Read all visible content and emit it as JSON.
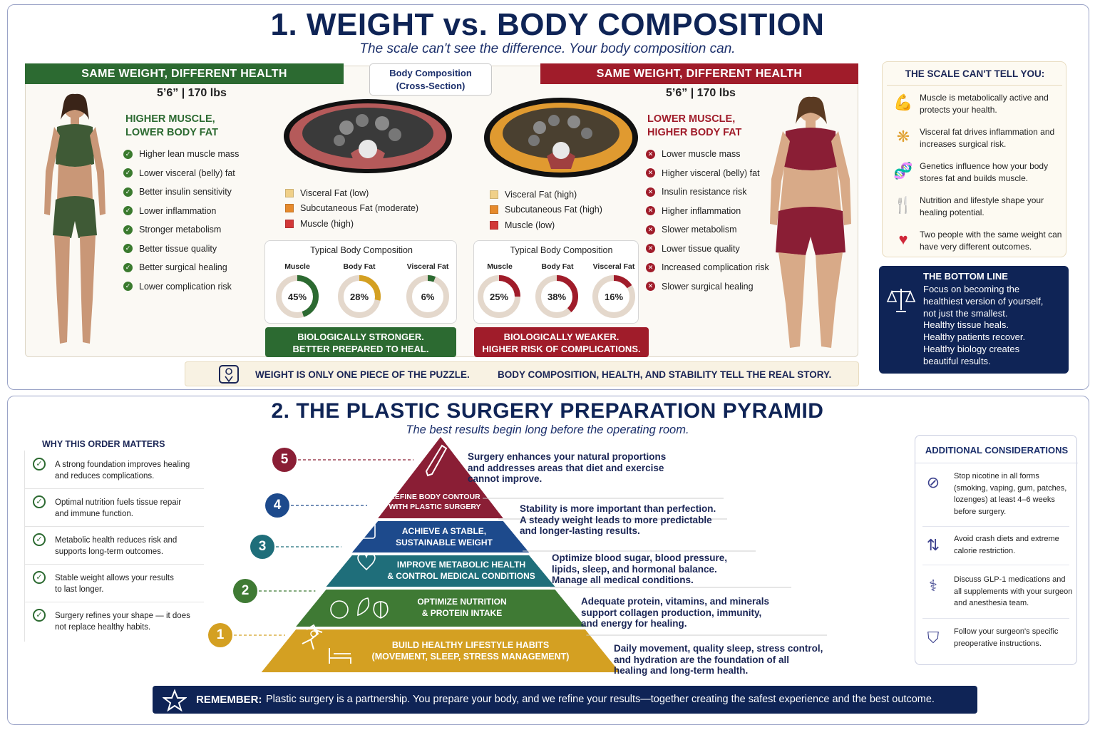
{
  "section1": {
    "title": "1. WEIGHT vs. BODY COMPOSITION",
    "subtitle": "The scale can't see the difference. Your body composition can.",
    "left": {
      "banner": "SAME WEIGHT, DIFFERENT HEALTH",
      "stats": "5’6”  |  170 lbs",
      "heading1": "HIGHER MUSCLE,",
      "heading2": "LOWER BODY FAT",
      "items": [
        "Higher lean muscle mass",
        "Lower visceral (belly) fat",
        "Better insulin sensitivity",
        "Lower inflammation",
        "Stronger metabolism",
        "Better tissue quality",
        "Better surgical healing",
        "Lower complication risk"
      ]
    },
    "right": {
      "banner": "SAME WEIGHT, DIFFERENT HEALTH",
      "stats": "5’6”  |  170 lbs",
      "heading1": "LOWER MUSCLE,",
      "heading2": "HIGHER BODY FAT",
      "items": [
        "Lower muscle mass",
        "Higher visceral (belly) fat",
        "Insulin resistance risk",
        "Higher inflammation",
        "Slower metabolism",
        "Lower tissue quality",
        "Increased complication risk",
        "Slower surgical healing"
      ]
    },
    "crosssection": {
      "label1": "Body Composition",
      "label2": "(Cross-Section)"
    },
    "legend_left": [
      "Visceral Fat (low)",
      "Subcutaneous Fat (moderate)",
      "Muscle (high)"
    ],
    "legend_right": [
      "Visceral Fat (high)",
      "Subcutaneous Fat (high)",
      "Muscle (low)"
    ],
    "donuts_left": {
      "title": "Typical Body Composition",
      "labels": [
        "Muscle",
        "Body Fat",
        "Visceral Fat"
      ],
      "values": [
        "45%",
        "28%",
        "6%"
      ],
      "fractions": [
        0.45,
        0.28,
        0.06
      ]
    },
    "donuts_right": {
      "title": "Typical Body Composition",
      "labels": [
        "Muscle",
        "Body Fat",
        "Visceral Fat"
      ],
      "values": [
        "25%",
        "38%",
        "16%"
      ],
      "fractions": [
        0.25,
        0.38,
        0.16
      ]
    },
    "verdict_left": {
      "line1": "BIOLOGICALLY STRONGER.",
      "line2": "BETTER PREPARED TO HEAL."
    },
    "verdict_right": {
      "line1": "BIOLOGICALLY WEAKER.",
      "line2": "HIGHER RISK OF COMPLICATIONS."
    },
    "puzzle": {
      "part1": "WEIGHT IS ONLY ONE PIECE OF THE PUZZLE.",
      "part2": "BODY COMPOSITION, HEALTH, AND STABILITY TELL THE REAL STORY."
    },
    "scale_box": {
      "title": "THE SCALE CAN'T TELL YOU:",
      "items": [
        {
          "icon": "muscle-icon",
          "text": "Muscle is metabolically active and protects your health."
        },
        {
          "icon": "fat-cells-icon",
          "text": "Visceral fat drives inflammation and increases surgical risk."
        },
        {
          "icon": "dna-icon",
          "text": "Genetics influence how your body stores fat and builds muscle."
        },
        {
          "icon": "fork-knife-icon",
          "text": "Nutrition and lifestyle shape your healing potential."
        },
        {
          "icon": "heart-icon",
          "text": "Two people with the same weight can have very different outcomes."
        }
      ]
    },
    "bottom_line": {
      "title": "THE BOTTOM LINE",
      "lines": [
        "Focus on becoming the",
        "healthiest version of yourself,",
        "not just the smallest.",
        "Healthy tissue heals.",
        "Healthy patients recover.",
        "Healthy biology creates",
        "beautiful results."
      ]
    }
  },
  "section2": {
    "title": "2. THE PLASTIC SURGERY PREPARATION PYRAMID",
    "subtitle": "The best results begin long before the operating room.",
    "why": {
      "title": "WHY THIS ORDER MATTERS",
      "items": [
        [
          "A strong foundation improves healing",
          "and reduces complications."
        ],
        [
          "Optimal nutrition fuels tissue repair",
          "and immune function."
        ],
        [
          "Metabolic health reduces risk and",
          "supports long-term outcomes."
        ],
        [
          "Stable weight allows your results",
          "to last longer."
        ],
        [
          "Surgery refines your shape — it does",
          "not replace healthy habits."
        ]
      ]
    },
    "levels": [
      {
        "num": "1",
        "label1": "BUILD HEALTHY LIFESTYLE HABITS",
        "label2": "(MOVEMENT, SLEEP, STRESS MANAGEMENT)",
        "desc": [
          "Daily movement, quality sleep, stress control,",
          "and hydration are the foundation of all",
          "healing and long-term health."
        ]
      },
      {
        "num": "2",
        "label1": "OPTIMIZE NUTRITION",
        "label2": "& PROTEIN INTAKE",
        "desc": [
          "Adequate protein, vitamins, and minerals",
          "support collagen production, immunity,",
          "and energy for healing."
        ]
      },
      {
        "num": "3",
        "label1": "IMPROVE METABOLIC HEALTH",
        "label2": "& CONTROL MEDICAL CONDITIONS",
        "desc": [
          "Optimize blood sugar, blood pressure,",
          "lipids, sleep, and hormonal balance.",
          "Manage all medical conditions."
        ]
      },
      {
        "num": "4",
        "label1": "ACHIEVE A STABLE,",
        "label2": "SUSTAINABLE WEIGHT",
        "desc": [
          "Stability is more important than perfection.",
          "A steady weight leads to more predictable",
          "and longer-lasting results."
        ]
      },
      {
        "num": "5",
        "label1": "REFINE BODY CONTOUR",
        "label2": "WITH PLASTIC SURGERY",
        "desc": [
          "Surgery enhances your natural proportions",
          "and addresses areas that diet and exercise",
          "cannot improve."
        ]
      }
    ],
    "additional": {
      "title": "ADDITIONAL CONSIDERATIONS",
      "items": [
        {
          "icon": "no-smoking-icon",
          "lines": [
            "Stop nicotine in all forms",
            "(smoking, vaping, gum, patches,",
            "lozenges) at least 4–6 weeks",
            "before surgery."
          ]
        },
        {
          "icon": "sliders-icon",
          "lines": [
            "Avoid crash diets and extreme",
            "calorie restriction."
          ]
        },
        {
          "icon": "medication-icon",
          "lines": [
            "Discuss GLP-1 medications and",
            "all supplements with your surgeon",
            "and anesthesia team."
          ]
        },
        {
          "icon": "shield-check-icon",
          "lines": [
            "Follow your surgeon's specific",
            "preoperative instructions."
          ]
        }
      ]
    },
    "remember": {
      "label": "REMEMBER:",
      "text": "Plastic surgery is a partnership. You prepare your body, and we refine your results—together creating the safest experience and the best outcome."
    }
  },
  "colors": {
    "navy": "#0f2456",
    "green": "#2f6b33",
    "red": "#a01c2a",
    "gold": "#d4a022",
    "orange": "#e08a2c",
    "teal": "#1f6e7a",
    "blue": "#1d4a8c",
    "maroon": "#8a1e35"
  }
}
